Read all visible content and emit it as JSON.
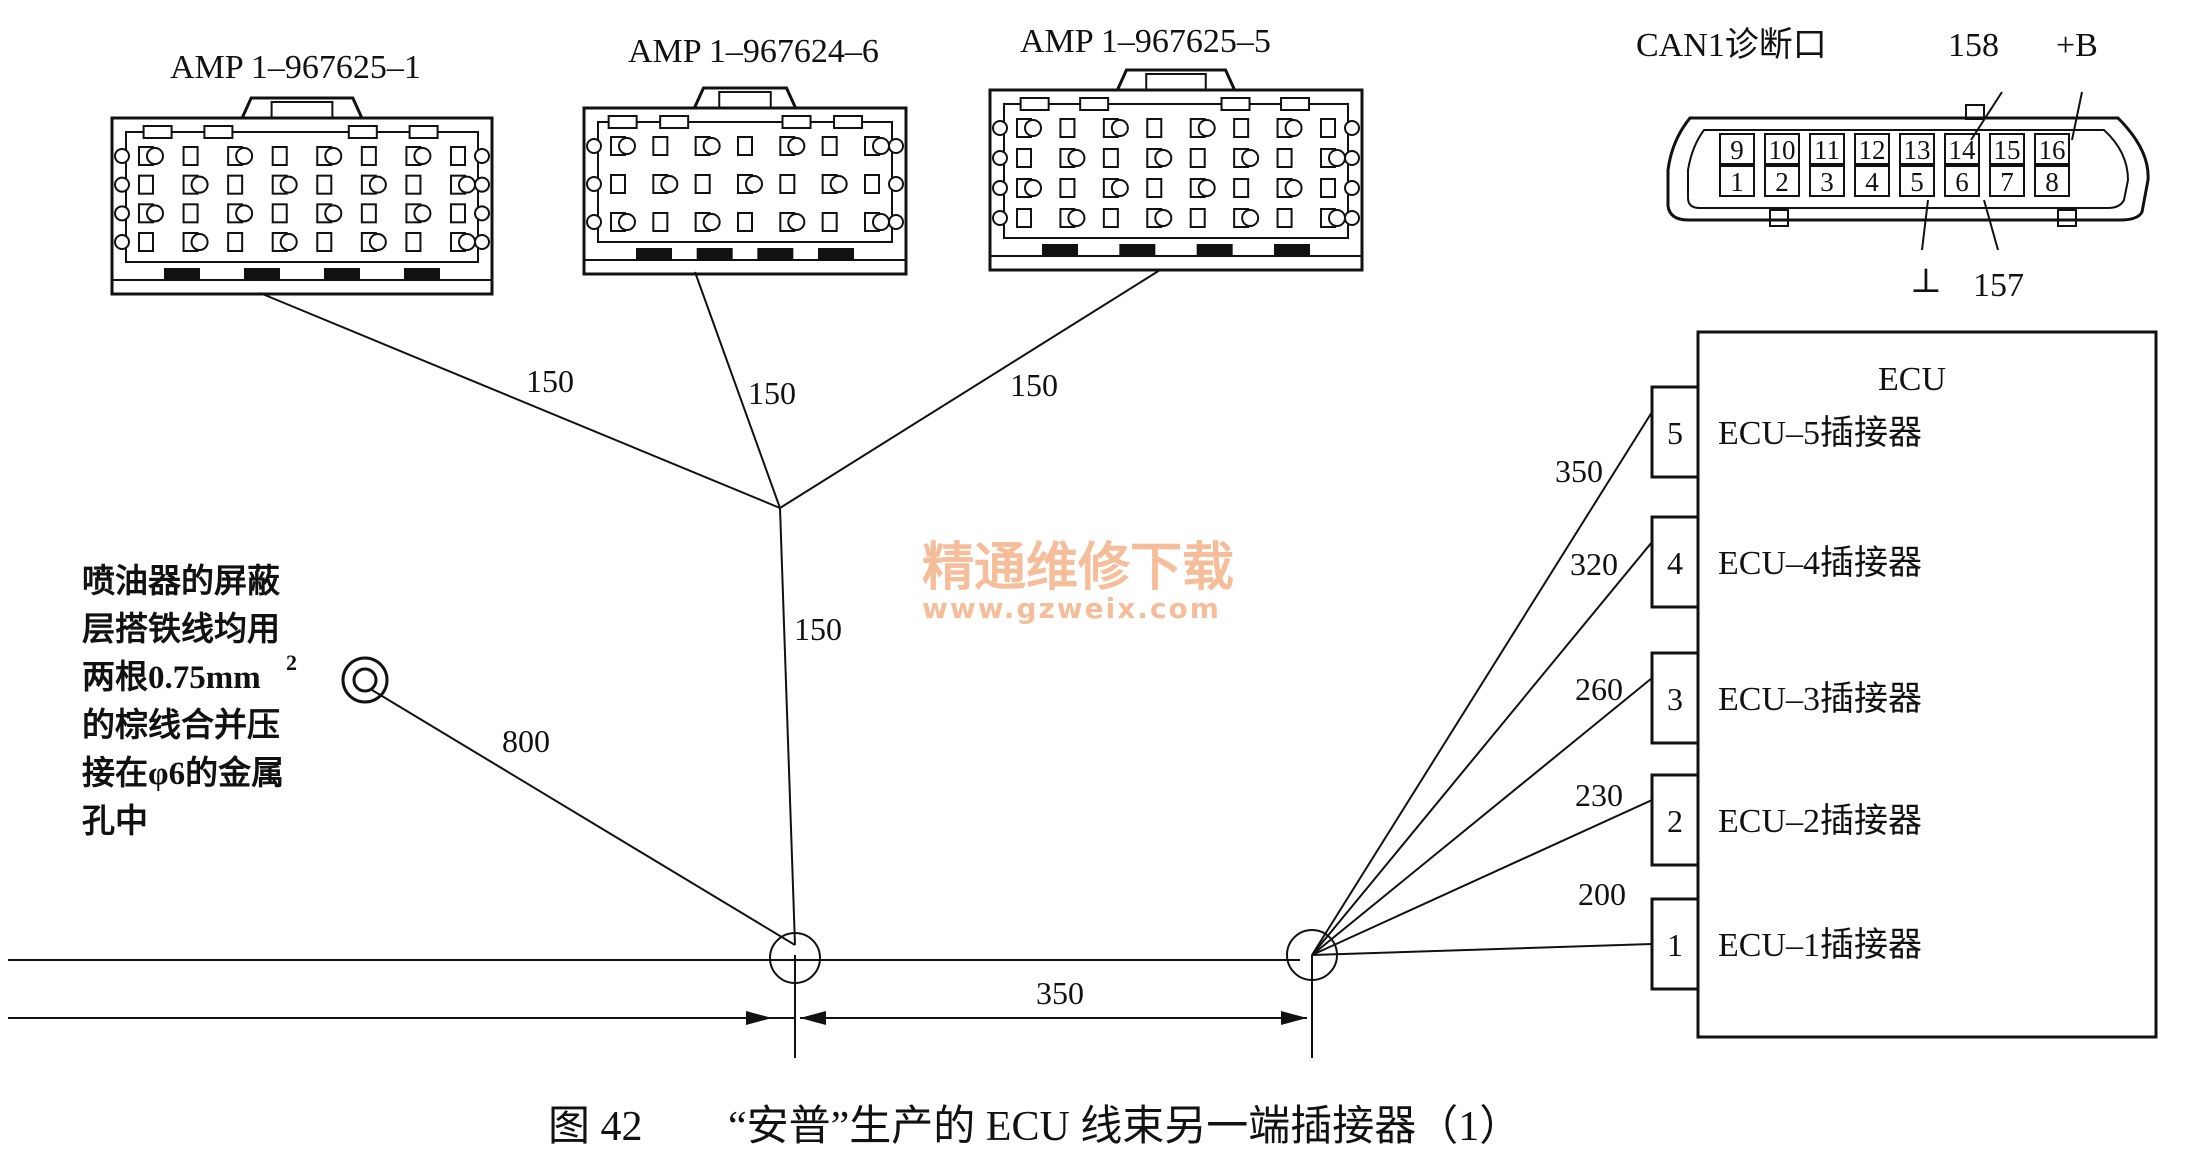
{
  "connectors": [
    {
      "name": "AMP  1–967625–1"
    },
    {
      "name": "AMP  1–967624–6"
    },
    {
      "name": "AMP  1–967625–5"
    }
  ],
  "branch_lengths": {
    "conn1_to_junction": "150",
    "conn2_to_junction": "150",
    "conn3_to_junction": "150",
    "junction_to_trunk": "150",
    "ground_to_trunk": "800",
    "trunk_between_nodes": "350"
  },
  "ground_note": {
    "lines": [
      "喷油器的屏蔽",
      "层搭铁线均用",
      "两根0.75mm",
      "的棕线合并压",
      "接在φ6的金属",
      "孔中"
    ],
    "superscript": "2"
  },
  "can_port": {
    "label": "CAN1诊断口",
    "top_pins": [
      "9",
      "10",
      "11",
      "12",
      "13",
      "14",
      "15",
      "16"
    ],
    "bottom_pins": [
      "1",
      "2",
      "3",
      "4",
      "5",
      "6",
      "7",
      "8"
    ],
    "callout_158": "158",
    "callout_plus_b": "+B",
    "callout_ground": "⊥",
    "callout_157": "157"
  },
  "ecu": {
    "title": "ECU",
    "connectors": [
      {
        "num": "5",
        "label": "ECU–5插接器",
        "length": "350"
      },
      {
        "num": "4",
        "label": "ECU–4插接器",
        "length": "320"
      },
      {
        "num": "3",
        "label": "ECU–3插接器",
        "length": "260"
      },
      {
        "num": "2",
        "label": "ECU–2插接器",
        "length": "230"
      },
      {
        "num": "1",
        "label": "ECU–1插接器",
        "length": "200"
      }
    ]
  },
  "watermark": {
    "title": "精通维修下载",
    "url": "www.gzweix.com"
  },
  "caption": {
    "figure_no": "图 42",
    "text": "“安普”生产的 ECU 线束另一端插接器（1）"
  },
  "colors": {
    "ink": "#111111",
    "watermark": "#f2a777",
    "background": "#ffffff"
  }
}
